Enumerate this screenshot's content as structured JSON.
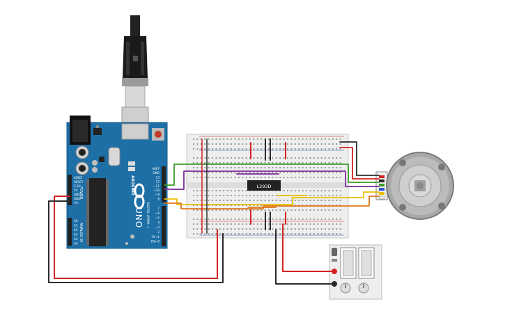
{
  "arduino": {
    "brand": "ARDUINO",
    "model": "UNO",
    "power_header_label": "POWER",
    "analog_header_label": "ANALOG IN",
    "digital_header_label": "DIGITAL (PWM~)",
    "power_pins": [
      "IOREF",
      "RESET",
      "3.3V",
      "5V",
      "GND",
      "GND",
      "Vin"
    ],
    "analog_pins": [
      "A0",
      "A1",
      "A2",
      "A3",
      "A4",
      "A5"
    ],
    "digital_top_pins": [
      "AREF",
      "GND",
      "13",
      "12",
      "~11",
      "~10",
      "~9",
      "8"
    ],
    "digital_bottom_pins": [
      "7",
      "~6",
      "~5",
      "4",
      "~3",
      "2",
      "TX→1",
      "RX←0"
    ]
  },
  "ic": {
    "label": "L293D"
  },
  "colors": {
    "board": "#1d6fa6",
    "wire_red": "#d42020",
    "wire_black": "#2a2a2a",
    "wire_green": "#3a9a2a",
    "wire_purple": "#7a2a9a",
    "wire_yellow": "#e8c000",
    "wire_orange": "#e07818",
    "breadboard": "#eeeeee"
  },
  "icons": [
    "usb-cable-icon",
    "dc-motor-encoder-icon",
    "power-supply-icon"
  ]
}
